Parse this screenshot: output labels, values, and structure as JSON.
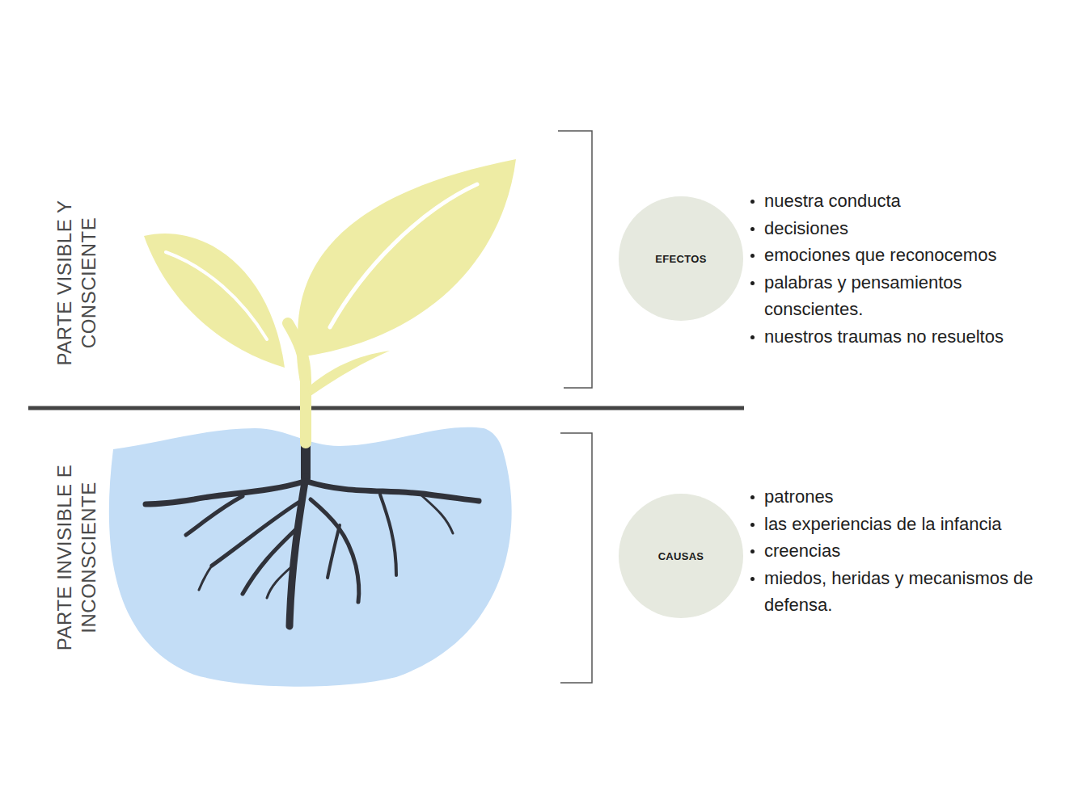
{
  "diagram": {
    "nodes": [
      {
        "text": [
          "EFECTOS"
        ]
      },
      {
        "text": [
          "CAUSAS"
        ]
      }
    ],
    "labels": [
      "PARTE VISIBLE Y CONSCIENTE",
      "PARTE INVISIBLE E INCONSCIENTE",
      "nuestra conducta",
      "decisiones",
      "emociones que reconocemos",
      "palabras y pensamientos conscientes.",
      "nuestros traumas no resueltos",
      "patrones",
      "las experiencias de la infancia",
      "creencias",
      "miedos, heridas y mecanismos de defensa."
    ]
  }
}
